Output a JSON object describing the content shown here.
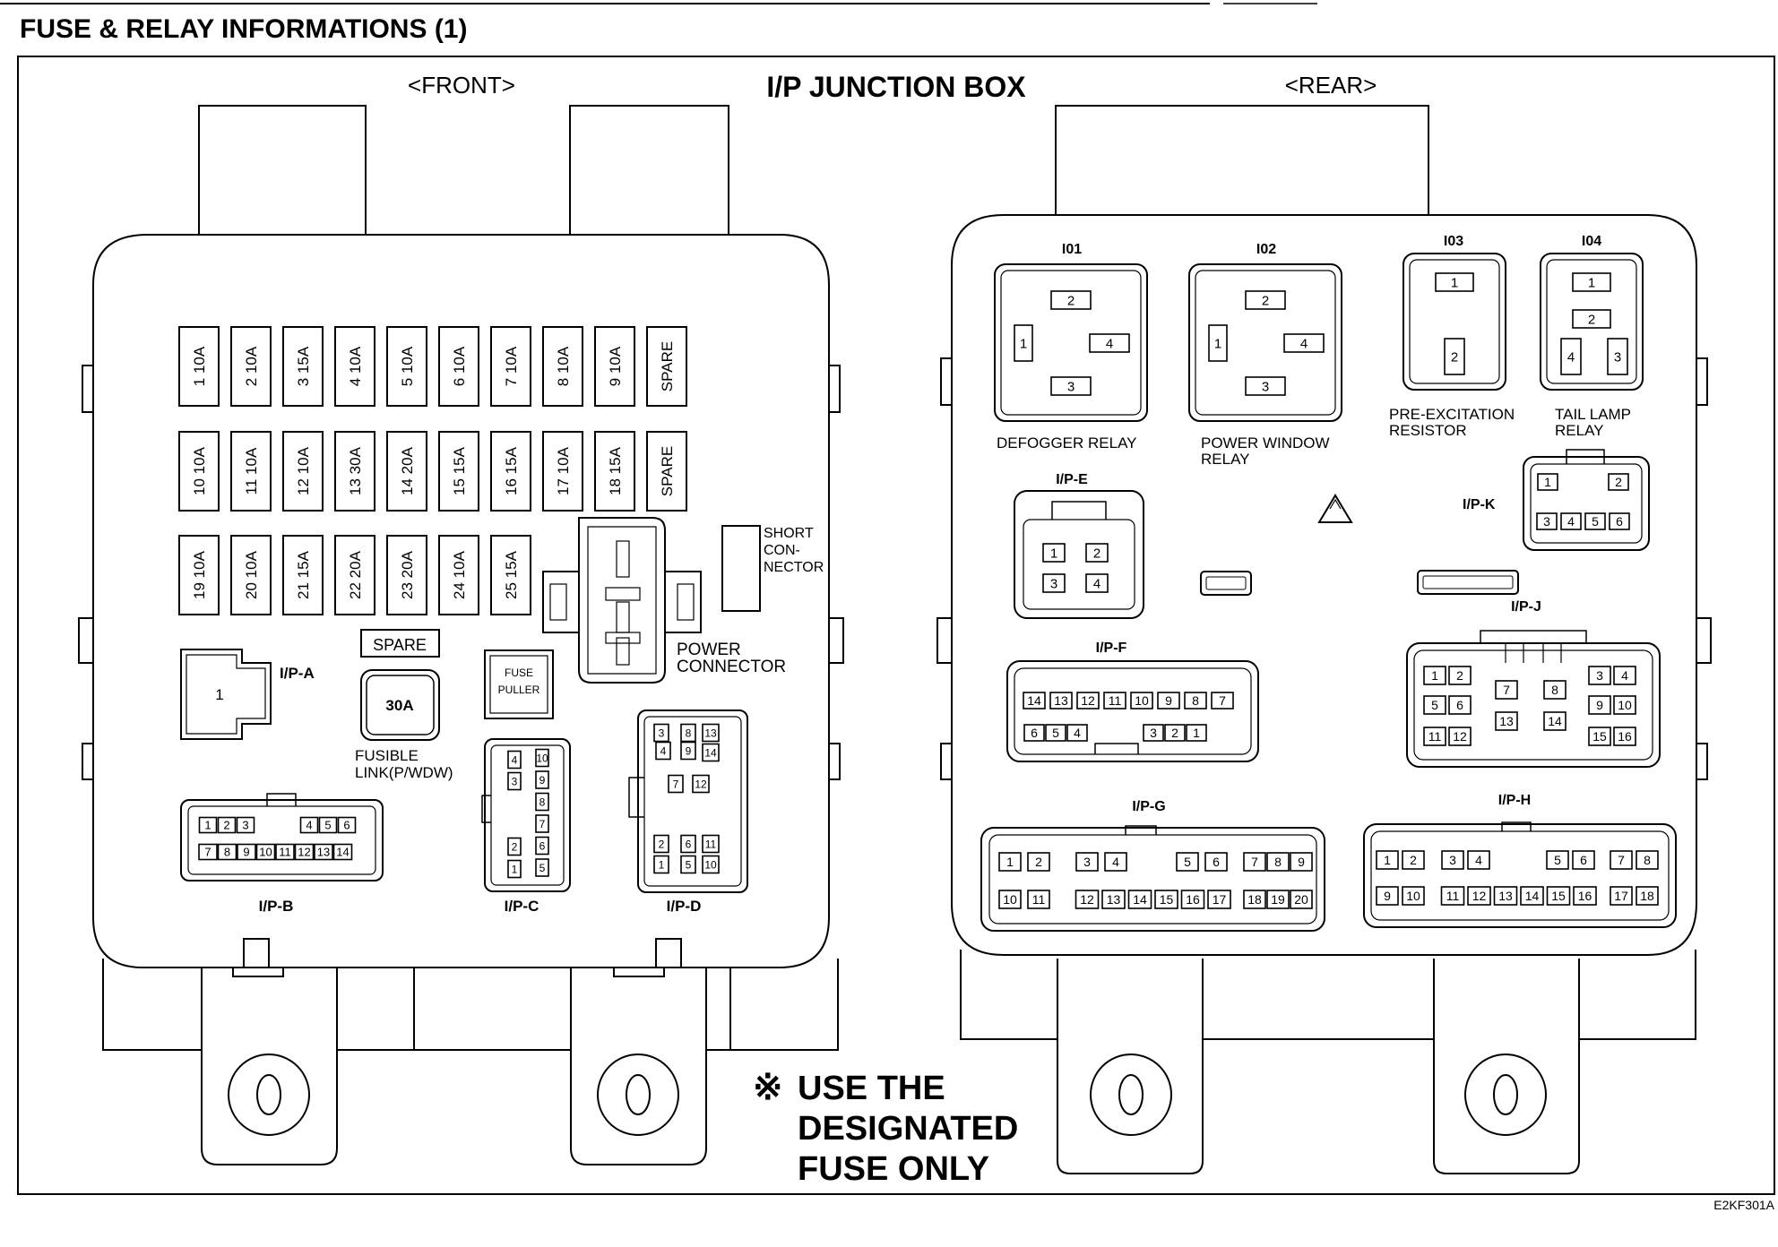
{
  "page": {
    "title": "FUSE & RELAY INFORMATIONS (1)",
    "box_title": "I/P JUNCTION BOX",
    "front_label": "<FRONT>",
    "rear_label": "<REAR>",
    "note_mark": "※",
    "note_lines": [
      "USE THE",
      "DESIGNATED",
      "FUSE ONLY"
    ],
    "figure_code": "E2KF301A"
  },
  "front": {
    "fuse_rows": [
      [
        "1 10A",
        "2 10A",
        "3 15A",
        "4 10A",
        "5 10A",
        "6 10A",
        "7 10A",
        "8 10A",
        "9 10A",
        "SPARE"
      ],
      [
        "10 10A",
        "11 10A",
        "12 10A",
        "13 30A",
        "14 20A",
        "15 15A",
        "16 15A",
        "17 10A",
        "18 15A",
        "SPARE"
      ],
      [
        "19 10A",
        "20 10A",
        "21 15A",
        "22 20A",
        "23 20A",
        "24 10A",
        "25 15A"
      ]
    ],
    "spare_label": "SPARE",
    "fusible_link_value": "30A",
    "fusible_link_label": [
      "FUSIBLE",
      "LINK(P/WDW)"
    ],
    "fuse_puller_label": [
      "FUSE",
      "PULLER"
    ],
    "short_connector_label": [
      "SHORT",
      "CON-",
      "NECTOR"
    ],
    "power_connector_label": [
      "POWER",
      "CONNECTOR"
    ],
    "ipa": {
      "label": "I/P-A",
      "pin": "1"
    },
    "ipb": {
      "label": "I/P-B",
      "row1": [
        "1",
        "2",
        "3",
        "4",
        "5",
        "6"
      ],
      "row2": [
        "7",
        "8",
        "9",
        "10",
        "11",
        "12",
        "13",
        "14"
      ]
    },
    "ipc": {
      "label": "I/P-C",
      "left": [
        "4",
        "3",
        "2",
        "1"
      ],
      "right": [
        "10",
        "9",
        "8",
        "7",
        "6",
        "5"
      ]
    },
    "ipd": {
      "label": "I/P-D",
      "top_a": [
        "3",
        "4"
      ],
      "top_b": [
        "8",
        "9"
      ],
      "top_c": [
        "13",
        "14"
      ],
      "mid_a": "7",
      "mid_b": "12",
      "bot_a": [
        "2",
        "1"
      ],
      "bot_b": [
        "6",
        "5"
      ],
      "bot_c": [
        "11",
        "10"
      ]
    }
  },
  "rear": {
    "relays": [
      {
        "id": "I01",
        "caption": [
          "DEFOGGER RELAY"
        ],
        "pins": [
          "2",
          "1",
          "4",
          "3"
        ]
      },
      {
        "id": "I02",
        "caption": [
          "POWER WINDOW",
          "RELAY"
        ],
        "pins": [
          "2",
          "1",
          "4",
          "3"
        ]
      },
      {
        "id": "I03",
        "caption": [
          "PRE-EXCITATION",
          "RESISTOR"
        ],
        "pins": [
          "1",
          "2"
        ]
      },
      {
        "id": "I04",
        "caption": [
          "TAIL LAMP",
          "RELAY"
        ],
        "pins": [
          "1",
          "2",
          "4",
          "3"
        ]
      }
    ],
    "ipe": {
      "label": "I/P-E",
      "pins": [
        "1",
        "2",
        "3",
        "4"
      ]
    },
    "ipf": {
      "label": "I/P-F",
      "row1": [
        "14",
        "13",
        "12",
        "11",
        "10",
        "9",
        "8",
        "7"
      ],
      "row2a": [
        "6",
        "5",
        "4"
      ],
      "row2b": [
        "3",
        "2",
        "1"
      ]
    },
    "ipg": {
      "label": "I/P-G",
      "row1a": [
        "1",
        "2"
      ],
      "row1b": [
        "3",
        "4"
      ],
      "row1c": [
        "5",
        "6"
      ],
      "row1d": [
        "7",
        "8",
        "9"
      ],
      "row2a": [
        "10",
        "11"
      ],
      "row2b": [
        "12",
        "13",
        "14",
        "15",
        "16",
        "17"
      ],
      "row2c": [
        "18",
        "19",
        "20"
      ]
    },
    "iph": {
      "label": "I/P-H",
      "row1a": [
        "1",
        "2"
      ],
      "row1b": [
        "3",
        "4"
      ],
      "row1c": [
        "5",
        "6"
      ],
      "row1d": [
        "7",
        "8"
      ],
      "row2a": [
        "9",
        "10"
      ],
      "row2b": [
        "11",
        "12",
        "13",
        "14",
        "15",
        "16"
      ],
      "row2c": [
        "17",
        "18"
      ]
    },
    "ipj": {
      "label": "I/P-J",
      "pins": [
        "1",
        "2",
        "3",
        "4",
        "5",
        "6",
        "7",
        "8",
        "9",
        "10",
        "11",
        "12",
        "13",
        "14",
        "15",
        "16"
      ]
    },
    "ipk": {
      "label": "I/P-K",
      "row1": [
        "1",
        "2"
      ],
      "row2": [
        "3",
        "4",
        "5",
        "6"
      ]
    }
  }
}
